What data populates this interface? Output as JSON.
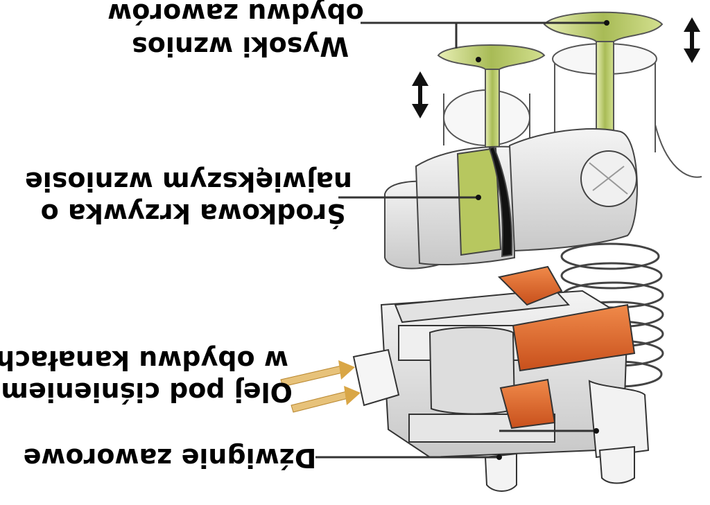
{
  "labels": {
    "valve_lift_line1": "Wysoki wznios",
    "valve_lift_line2": "obydwu zaworów",
    "cam_line1": "Środkowa krzywka o",
    "cam_line2": "największym wzniosie",
    "oil_line1": "Olej pod ciśnieniem",
    "oil_line2": "w obydwu kanałach",
    "rocker": "Dźwignie zaworowe"
  },
  "colors": {
    "valve_green": "#b9c96a",
    "oil_orange": "#e0652a",
    "outline": "#333333"
  },
  "icons": [
    "double-arrow-icon",
    "oil-flow-arrow-icon"
  ]
}
